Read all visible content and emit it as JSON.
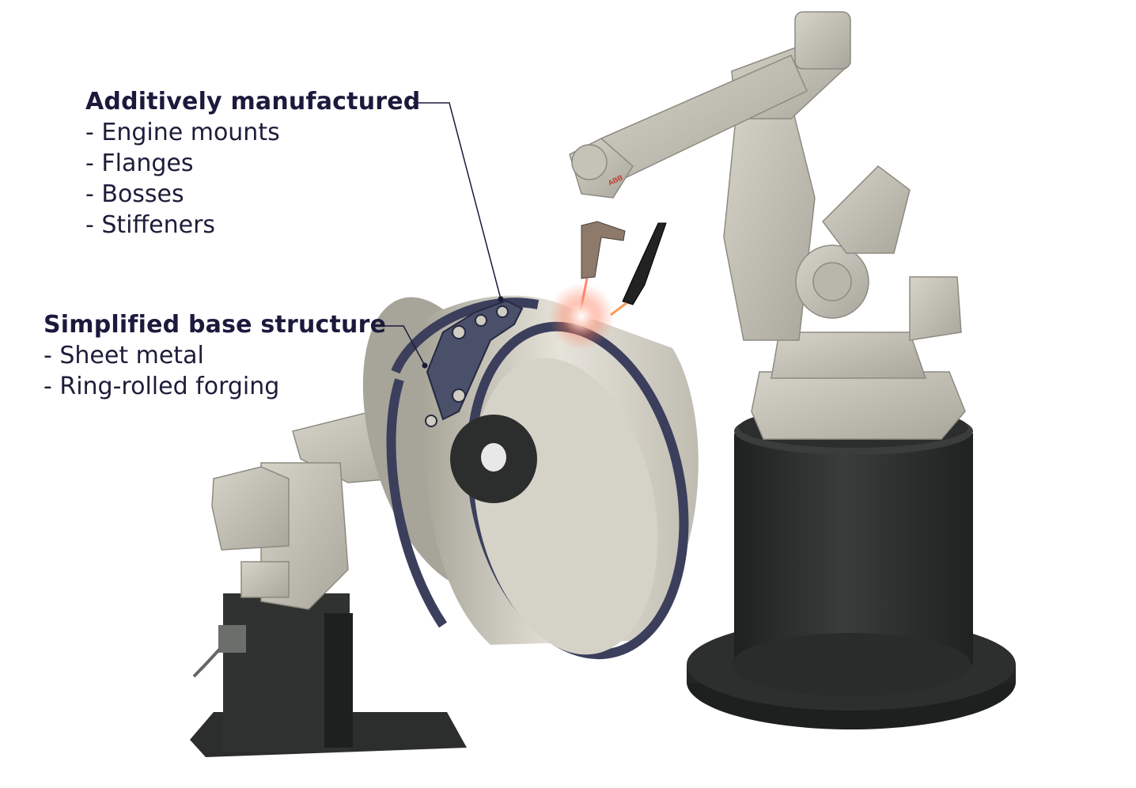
{
  "callouts": {
    "additive": {
      "title": "Additively manufactured",
      "items": [
        "- Engine mounts",
        "- Flanges",
        "- Bosses",
        "- Stiffeners"
      ]
    },
    "base": {
      "title": "Simplified base structure",
      "items": [
        "- Sheet metal",
        "- Ring-rolled forging"
      ]
    }
  },
  "robot_logo_text": "ABB",
  "colors": {
    "text": "#1b1a3d",
    "robot_body": "#c9c7bc",
    "pedestal": "#2b2d2c",
    "ring_inner": "#cfccc2",
    "ring_rim": "#3b3f5c",
    "leader_line": "#1b1a3d",
    "weld_glow": "#ff7a5a"
  }
}
